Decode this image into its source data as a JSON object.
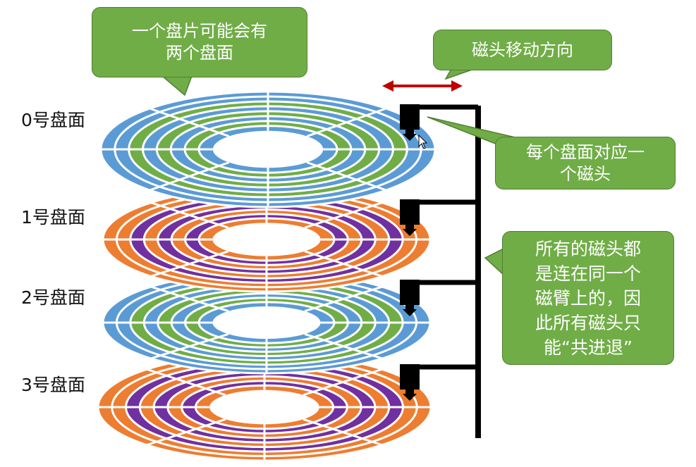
{
  "platters": [
    {
      "label": "0号盘面",
      "outer_color": "#5b9bd5",
      "inner_color": "#70ad47"
    },
    {
      "label": "1号盘面",
      "outer_color": "#ed7d31",
      "inner_color": "#7030a0"
    },
    {
      "label": "2号盘面",
      "outer_color": "#5b9bd5",
      "inner_color": "#70ad47"
    },
    {
      "label": "3号盘面",
      "outer_color": "#ed7d31",
      "inner_color": "#7030a0"
    }
  ],
  "callouts": {
    "two_sides": [
      "一个盘片可能会有",
      "两个盘面"
    ],
    "head_direction": "磁头移动方向",
    "head_per_surface": [
      "每个盘面对应一",
      "个磁头"
    ],
    "shared_arm": [
      "所有的磁头都",
      "是连在同一个",
      "磁臂上的，因",
      "此所有磁头只",
      "能“共进退”"
    ]
  },
  "colors": {
    "callout_fill": "#70ad47",
    "callout_border": "#507e32",
    "arrow": "#c00000",
    "arm": "#000000",
    "spindle_hole": "#ffffff"
  }
}
